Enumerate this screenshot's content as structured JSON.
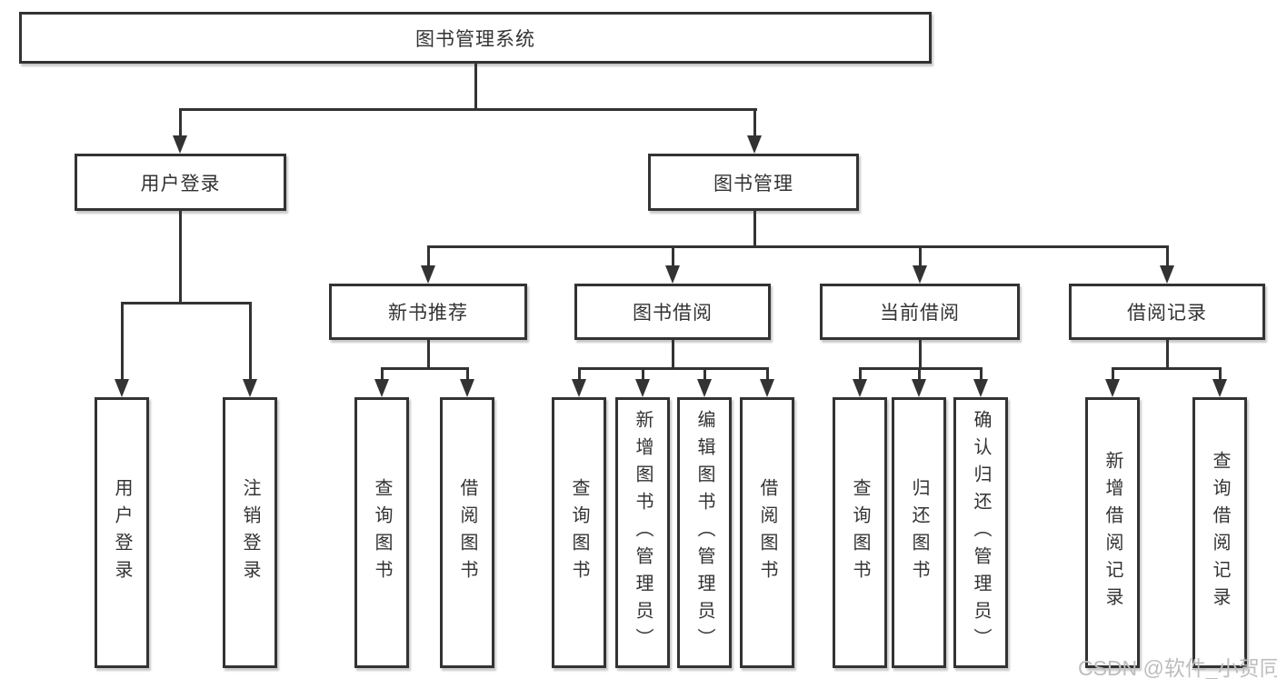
{
  "diagram": {
    "root": {
      "label": "图书管理系统"
    },
    "branches": [
      {
        "label": "用户登录",
        "children": [
          {
            "label": "用户登录"
          },
          {
            "label": "注销登录"
          }
        ]
      },
      {
        "label": "图书管理",
        "children": [
          {
            "label": "新书推荐",
            "children": [
              {
                "label": "查询图书"
              },
              {
                "label": "借阅图书"
              }
            ]
          },
          {
            "label": "图书借阅",
            "children": [
              {
                "label": "查询图书"
              },
              {
                "label": "新增图书（管理员）"
              },
              {
                "label": "编辑图书（管理员）"
              },
              {
                "label": "借阅图书"
              }
            ]
          },
          {
            "label": "当前借阅",
            "children": [
              {
                "label": "查询图书"
              },
              {
                "label": "归还图书"
              },
              {
                "label": "确认归还（管理员）"
              }
            ]
          },
          {
            "label": "借阅记录",
            "children": [
              {
                "label": "新增借阅记录"
              },
              {
                "label": "查询借阅记录"
              }
            ]
          }
        ]
      }
    ],
    "watermark": "CSDN @软件_小贺同学",
    "colors": {
      "line": "#333333",
      "text": "#333333",
      "background": "#ffffff",
      "watermark": "#bdbdbd"
    }
  }
}
